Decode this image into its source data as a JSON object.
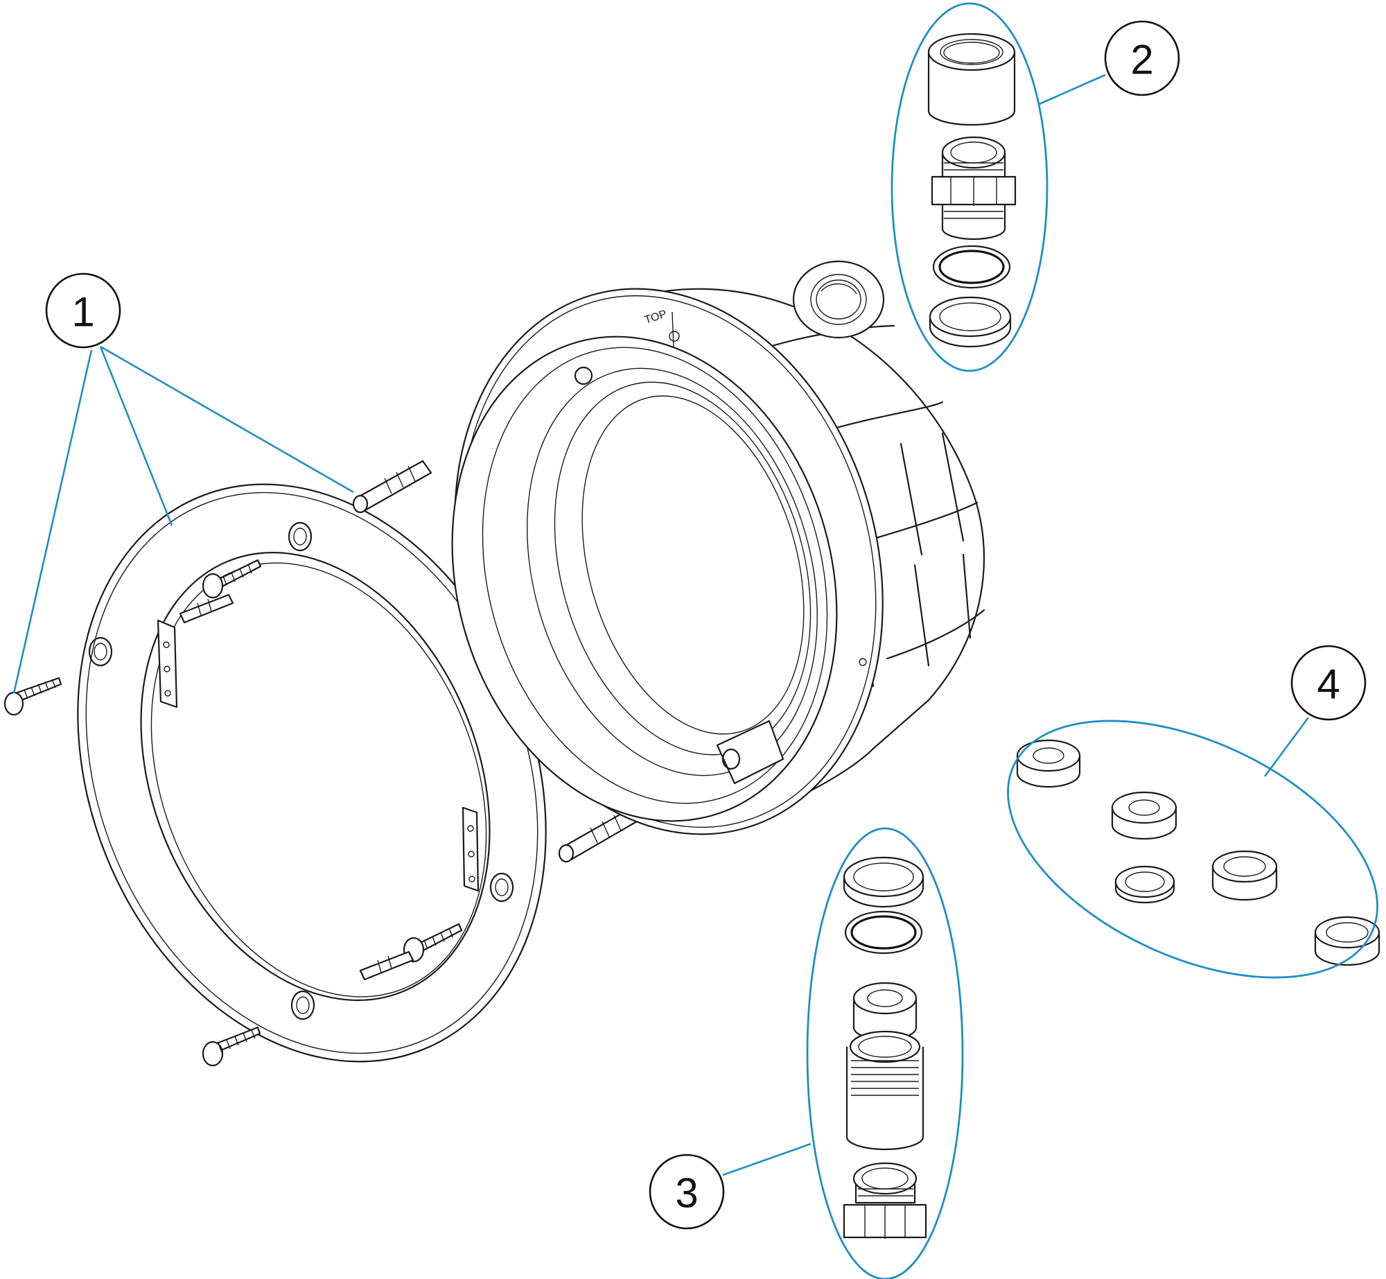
{
  "diagram": {
    "callouts": [
      {
        "id": "1",
        "label": "1"
      },
      {
        "id": "2",
        "label": "2"
      },
      {
        "id": "3",
        "label": "3"
      },
      {
        "id": "4",
        "label": "4"
      }
    ],
    "housing_marking": "TOP",
    "colors": {
      "callout_accent": "#1b8fc4",
      "line_art": "#1a1a1a",
      "background": "#ffffff"
    }
  }
}
